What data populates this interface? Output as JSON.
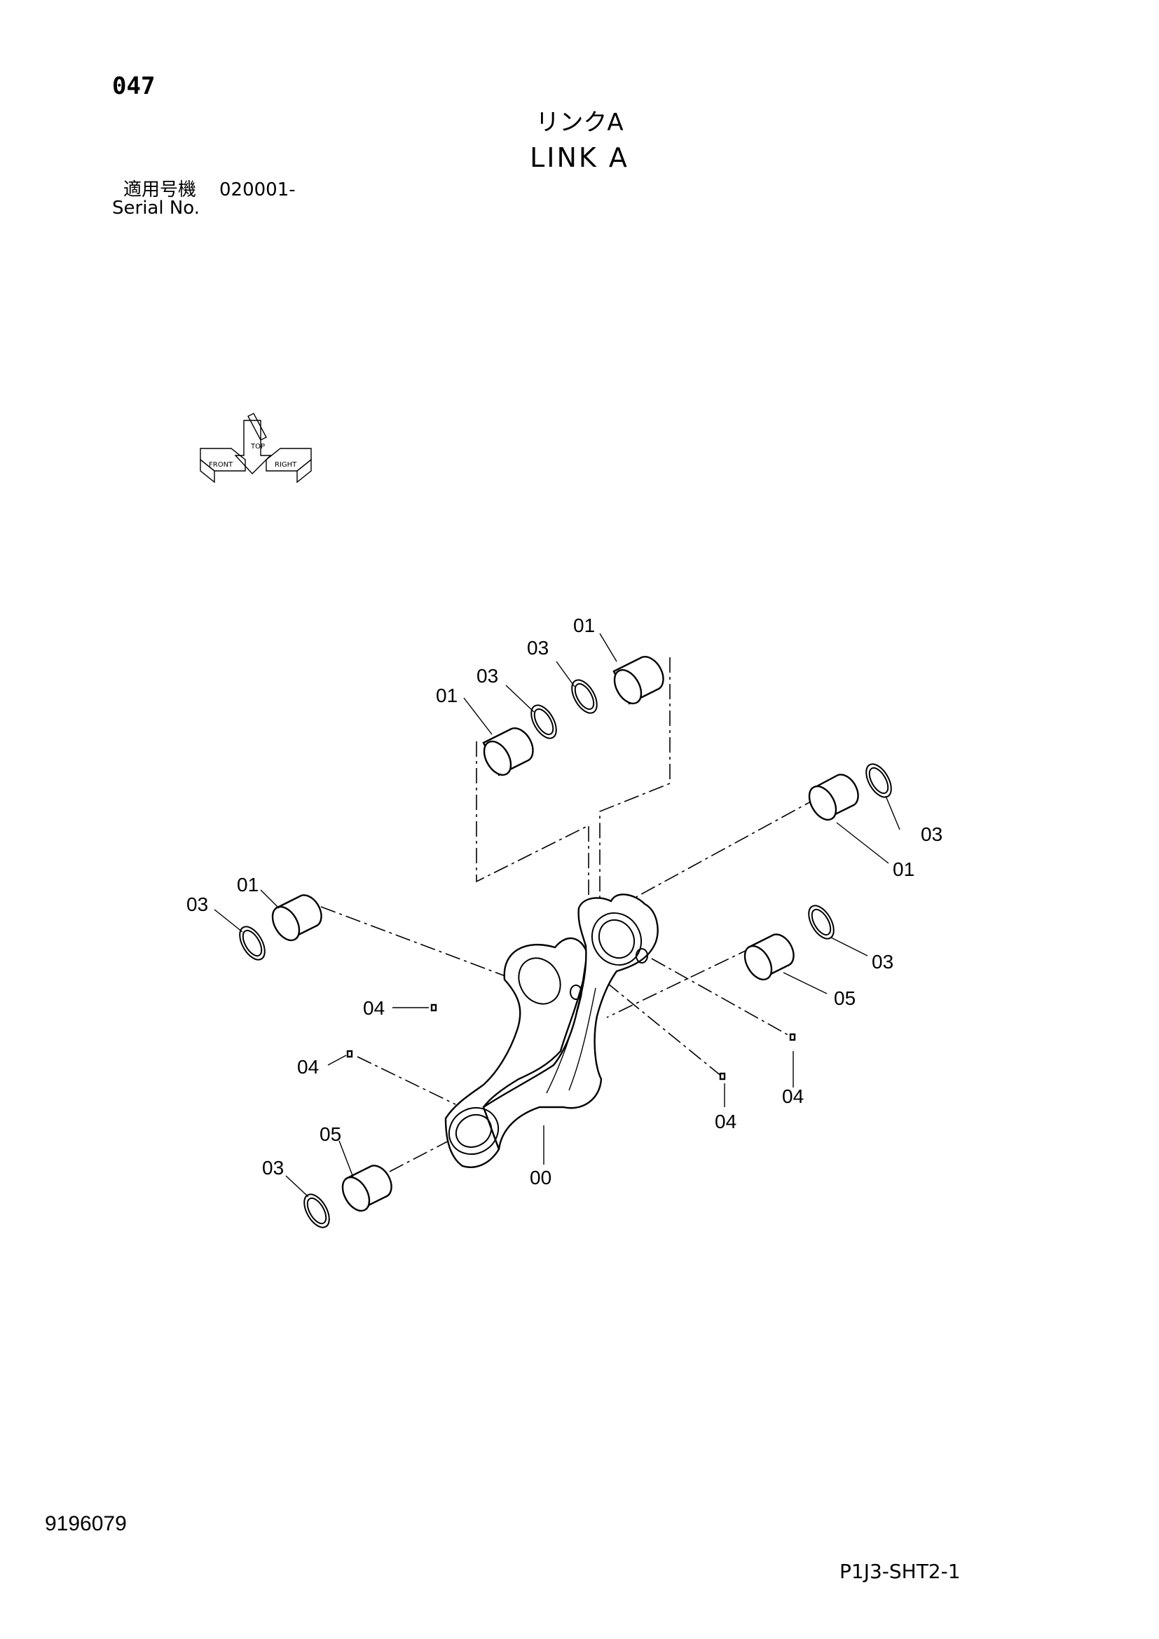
{
  "header": {
    "page_number": "047",
    "title_ja": "リンクA",
    "title_en": "LINK A",
    "serial_label_ja": "適用号機",
    "serial_label_en": "Serial No.",
    "serial_number": "020001-"
  },
  "orientation_icon": {
    "icon": "orientation-arrows-icon",
    "labels": [
      "FRONT",
      "TOP",
      "RIGHT"
    ]
  },
  "callouts": {
    "c_01_a": "01",
    "c_03_a": "03",
    "c_01_b": "01",
    "c_03_b": "03",
    "c_03_c": "03",
    "c_01_c": "01",
    "c_01_d": "01",
    "c_03_d": "03",
    "c_03_e": "03",
    "c_05_a": "05",
    "c_04_a": "04",
    "c_04_b": "04",
    "c_04_c": "04",
    "c_04_d": "04",
    "c_05_b": "05",
    "c_03_f": "03",
    "c_00": "00"
  },
  "footer": {
    "drawing_number": "9196079",
    "sheet_code": "P1J3-SHT2-1"
  }
}
